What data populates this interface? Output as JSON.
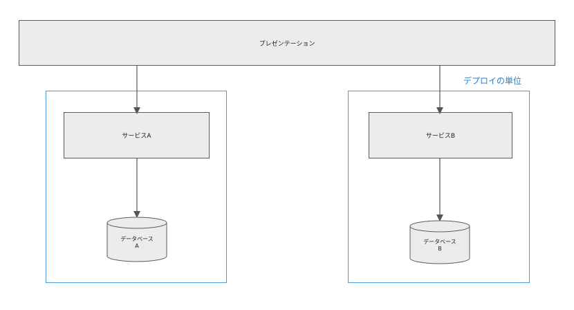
{
  "presentation": {
    "label": "プレゼンテーション"
  },
  "deployment_unit": {
    "label": "デプロイの単位"
  },
  "service_a": {
    "label": "サービスA"
  },
  "service_b": {
    "label": "サービスB"
  },
  "database_a": {
    "line1": "データベース",
    "line2": "A"
  },
  "database_b": {
    "line1": "データベース",
    "line2": "B"
  },
  "colors": {
    "box_fill": "#ececec",
    "box_border": "#5a5a5a",
    "deploy_border": "#4a9be0",
    "deploy_text": "#1e7fd8",
    "arrow": "#555555"
  }
}
